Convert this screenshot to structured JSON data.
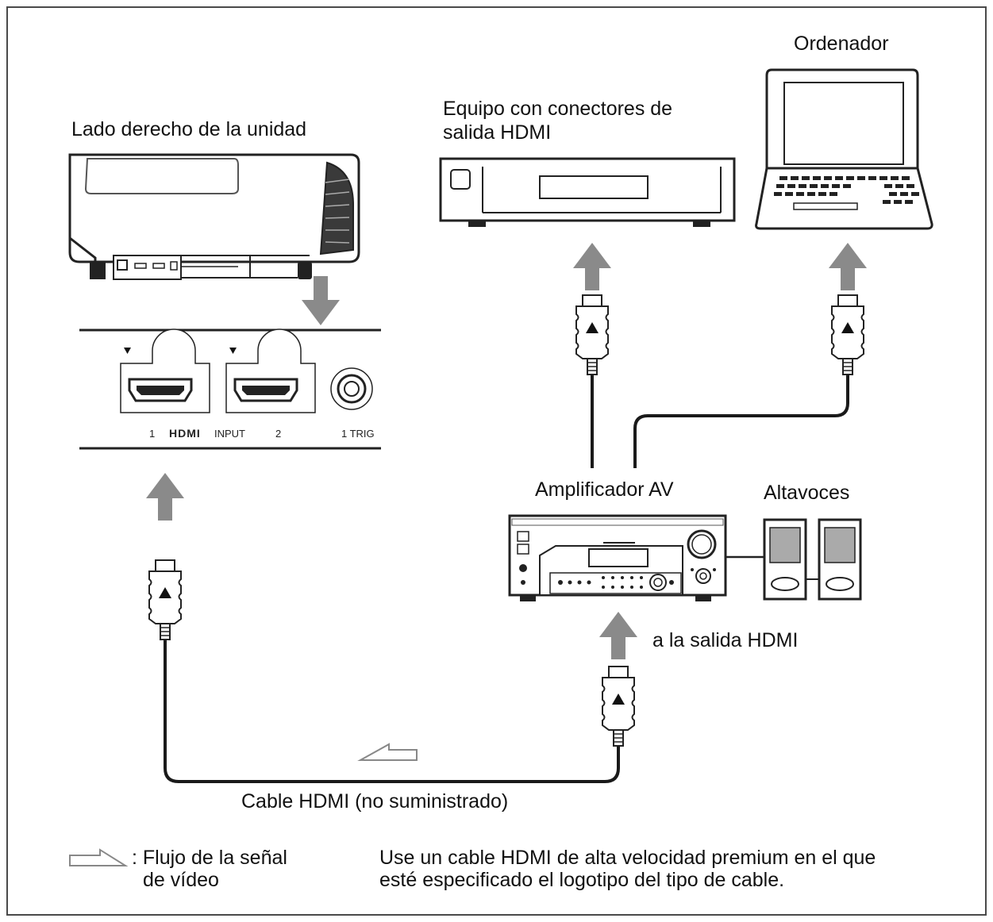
{
  "labels": {
    "projector_side": "Lado derecho de la unidad",
    "hdmi_equipment_line1": "Equipo con conectores de",
    "hdmi_equipment_line2": "salida HDMI",
    "computer": "Ordenador",
    "av_amplifier": "Amplificador AV",
    "speakers": "Altavoces",
    "to_hdmi_output": "a la salida HDMI",
    "hdmi_cable": "Cable HDMI (no suministrado)"
  },
  "panel": {
    "port1": "1",
    "hdmi_logo": "HDMI",
    "input": "INPUT",
    "port2": "2",
    "trigger": "1 TRIG"
  },
  "legend": {
    "signal_flow_line1": ": Flujo de la señal",
    "signal_flow_line2": "de vídeo",
    "note_line1": "Use un cable HDMI de alta velocidad premium en el que",
    "note_line2": "esté especificado el logotipo del tipo de cable."
  },
  "colors": {
    "arrow": "#8a8a8a",
    "line": "#1a1a1a",
    "background": "#ffffff"
  }
}
